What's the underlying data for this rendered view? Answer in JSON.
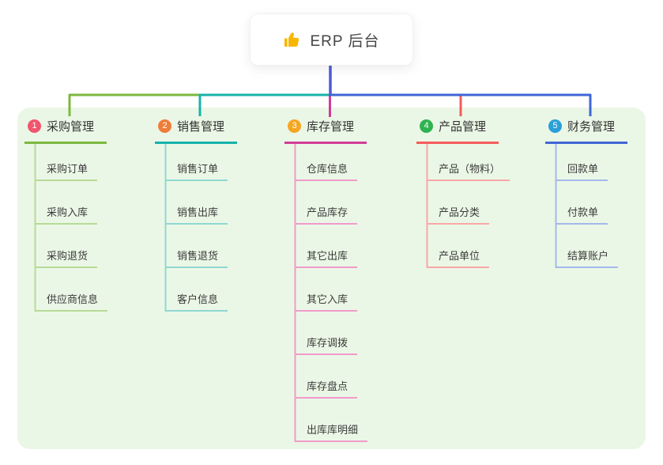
{
  "root": {
    "label": "ERP 后台",
    "icon": "thumbs-up",
    "icon_color": "#f7b602",
    "connector_color": "#4b5cd6"
  },
  "panel": {
    "background": "#ebf7e6"
  },
  "branches": [
    {
      "index": "1",
      "label": "采购管理",
      "badge_color": "#f1556e",
      "line_color": "#7db840",
      "light_color": "#b7db97",
      "children": [
        "采购订单",
        "采购入库",
        "采购退货",
        "供应商信息"
      ]
    },
    {
      "index": "2",
      "label": "销售管理",
      "badge_color": "#ef7d3a",
      "line_color": "#17b3ab",
      "light_color": "#8fd8d2",
      "children": [
        "销售订单",
        "销售出库",
        "销售退货",
        "客户信息"
      ]
    },
    {
      "index": "3",
      "label": "库存管理",
      "badge_color": "#f5a623",
      "line_color": "#d23d98",
      "light_color": "#f09bcb",
      "children": [
        "仓库信息",
        "产品库存",
        "其它出库",
        "其它入库",
        "库存调拨",
        "库存盘点",
        "出库库明细"
      ]
    },
    {
      "index": "4",
      "label": "产品管理",
      "badge_color": "#2fb350",
      "line_color": "#f45b5c",
      "light_color": "#f8a7a7",
      "children": [
        "产品（物料）",
        "产品分类",
        "产品单位"
      ]
    },
    {
      "index": "5",
      "label": "财务管理",
      "badge_color": "#2b9fd8",
      "line_color": "#3f66d6",
      "light_color": "#a3b9ea",
      "children": [
        "回款单",
        "付款单",
        "结算账户"
      ]
    }
  ]
}
